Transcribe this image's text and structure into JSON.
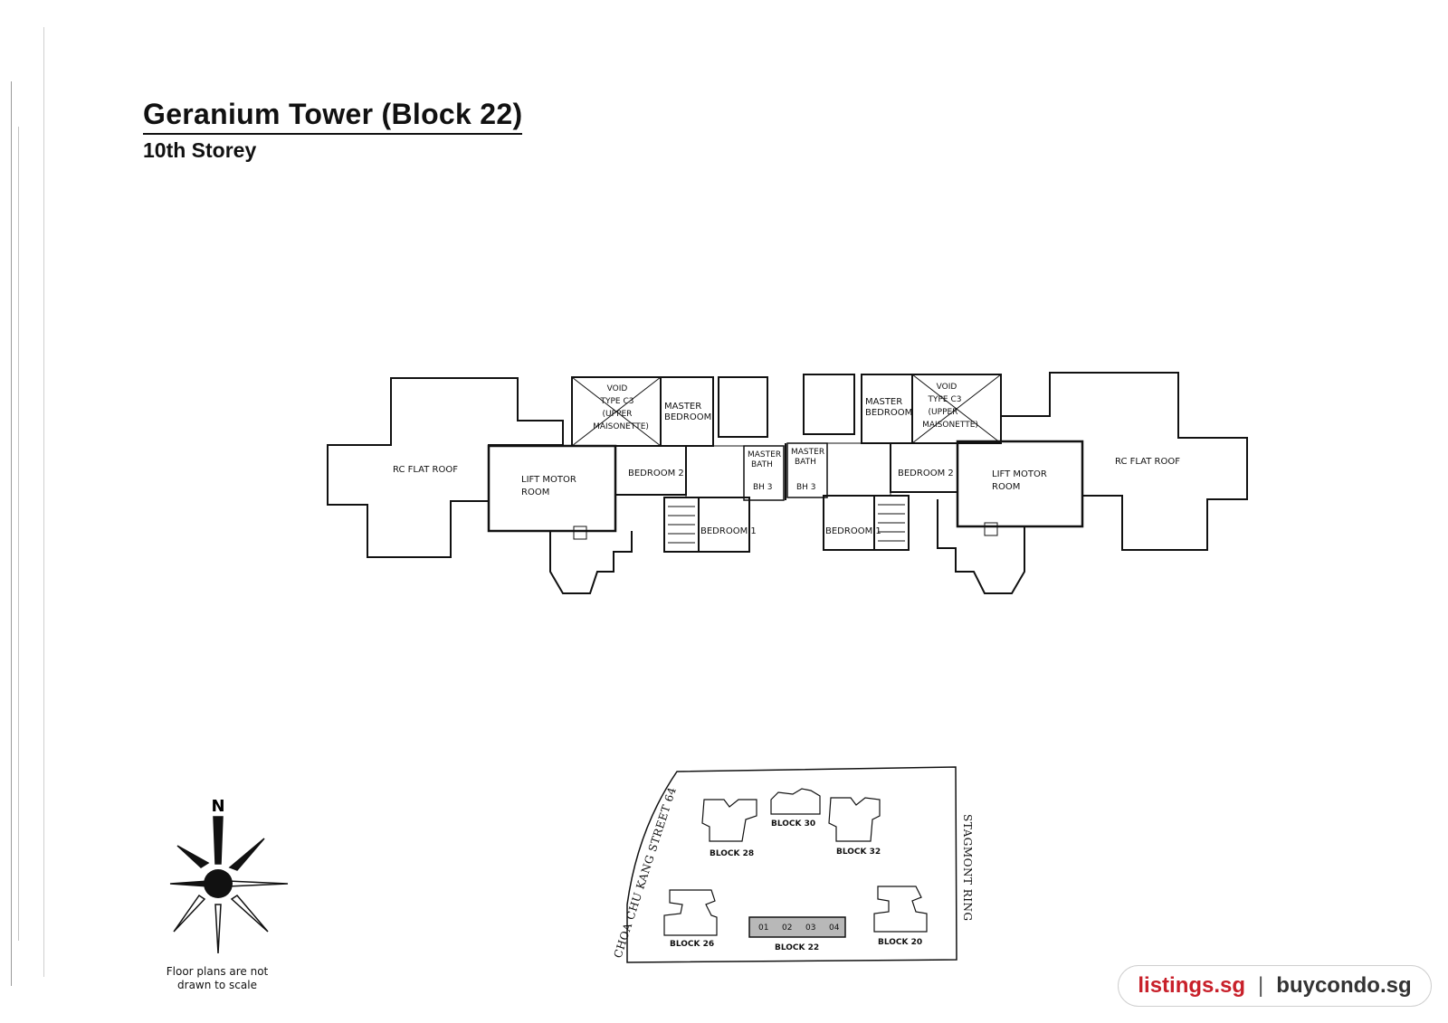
{
  "header": {
    "title": "Geranium Tower (Block 22)",
    "subtitle": "10th Storey"
  },
  "floor_plan": {
    "left_unit": {
      "roof": "RC FLAT ROOF",
      "lift_motor_room": [
        "LIFT MOTOR",
        "ROOM"
      ],
      "void": [
        "VOID",
        "TYPE C3",
        "(UPPER",
        "MAISONETTE)"
      ],
      "master_bedroom": [
        "MASTER",
        "BEDROOM"
      ],
      "bedroom_2": "BEDROOM 2",
      "bedroom_1": "BEDROOM 1",
      "master_bath": [
        "MASTER",
        "BATH"
      ],
      "bath": "BH 3"
    },
    "right_unit": {
      "roof": "RC FLAT ROOF",
      "lift_motor_room": [
        "LIFT MOTOR",
        "ROOM"
      ],
      "void": [
        "VOID",
        "TYPE C3",
        "(UPPER",
        "MAISONETTE)"
      ],
      "master_bedroom": [
        "MASTER",
        "BEDROOM"
      ],
      "bedroom_2": "BEDROOM 2",
      "bedroom_1": "BEDROOM 1",
      "master_bath": [
        "MASTER",
        "BATH"
      ],
      "bath": "BH 3"
    }
  },
  "compass": {
    "north_label": "N"
  },
  "note": [
    "Floor plans are not",
    "drawn to scale"
  ],
  "site_plan": {
    "roads": {
      "west": "CHOA CHU KANG STREET 64",
      "east": "STAGMONT RING"
    },
    "blocks": [
      "BLOCK 30",
      "BLOCK 28",
      "BLOCK 32",
      "BLOCK 26",
      "BLOCK 22",
      "BLOCK 20"
    ],
    "highlighted_block": "BLOCK 22",
    "unit_numbers": [
      "01",
      "02",
      "03",
      "04"
    ]
  },
  "watermark": {
    "left": "listings.sg",
    "separator": "|",
    "right": "buycondo.sg"
  }
}
